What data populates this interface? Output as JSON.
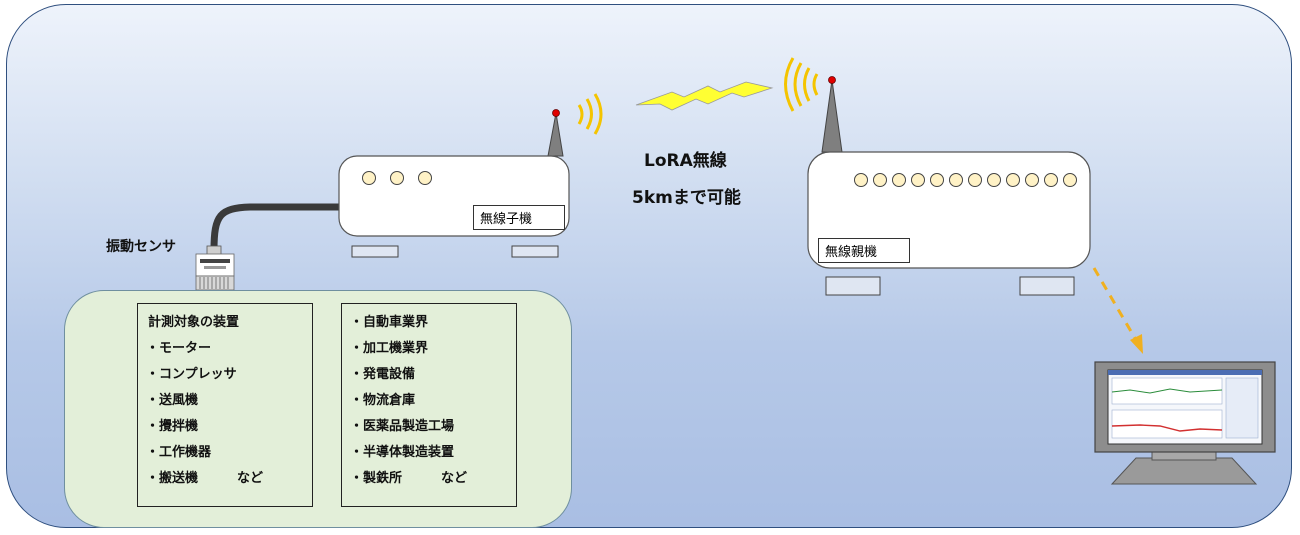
{
  "wireless": {
    "line1": "LoRA無線",
    "line2": "5kmまで可能"
  },
  "sensor": {
    "label": "振動センサ"
  },
  "child_unit": {
    "label": "無線子機"
  },
  "parent_unit": {
    "label": "無線親機"
  },
  "targets": {
    "title": "計測対象の装置",
    "items": [
      "・モーター",
      "・コンプレッサ",
      "・送風機",
      "・攪拌機",
      "・工作機器",
      "・搬送機　　　など"
    ]
  },
  "industries": {
    "items": [
      "・自動車業界",
      "・加工機業界",
      "・発電設備",
      "・物流倉庫",
      "・医薬品製造工場",
      "・半導体製造装置",
      "・製鉄所　　　など"
    ]
  },
  "colors": {
    "background": "#b6c9e8",
    "panel": "#e3efd9",
    "lightning": "#ffff33",
    "signal_waves": "#f4c400",
    "antenna_tip": "#e00000",
    "arrow": "#f0b020"
  }
}
